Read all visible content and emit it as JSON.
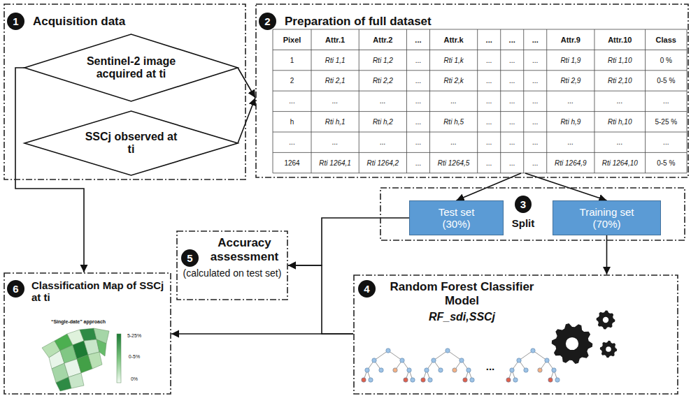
{
  "diagram": {
    "nodes": [
      {
        "text": [
          "Acquisition data"
        ]
      },
      {
        "text": [
          "1"
        ],
        "in": 0
      },
      {
        "text": [
          "Sentinel-2 image acquired at ti"
        ],
        "in": 0
      },
      {
        "text": [
          "SSCj observed at ti"
        ],
        "in": 0
      },
      {
        "text": [
          "Preparation of full dataset"
        ]
      },
      {
        "text": [
          "2"
        ],
        "in": 4
      },
      {
        "text": [
          "Split"
        ]
      },
      {
        "text": [
          "3"
        ],
        "in": 6
      },
      {
        "text": [
          "Test set (30%)"
        ],
        "in": 6
      },
      {
        "text": [
          "Training set (70%)"
        ],
        "in": 6
      },
      {
        "text": [
          "Accuracy assessment",
          "(calculated on test set)"
        ]
      },
      {
        "text": [
          "5"
        ],
        "in": 10
      },
      {
        "text": [
          "Classification Map of SSCj at ti"
        ]
      },
      {
        "text": [
          "6"
        ],
        "in": 12
      },
      {
        "text": [
          "Random Forest Classifier Model",
          "RF_sdi,SSCj"
        ]
      },
      {
        "text": [
          "4"
        ],
        "in": 14
      }
    ],
    "edges": [
      {
        "from": 2,
        "to": 4,
        "arrow": "to"
      },
      {
        "from": 3,
        "to": 4,
        "arrow": "to"
      },
      {
        "from": 2,
        "to": 12,
        "arrow": "to"
      },
      {
        "from": 4,
        "to": 8,
        "arrow": "to"
      },
      {
        "from": 4,
        "to": 9,
        "arrow": "to"
      },
      {
        "from": 8,
        "to": 10,
        "arrow": "to"
      },
      {
        "from": 9,
        "to": 14,
        "arrow": "to"
      },
      {
        "from": 14,
        "to": 12,
        "arrow": "to"
      },
      {
        "from": 14,
        "to": 10,
        "arrow": "to"
      }
    ],
    "labels": [
      "Pixel",
      "Attr.1",
      "Attr.2",
      "...",
      "Attr.k",
      "...",
      "...",
      "...",
      "Attr.9",
      "Attr.10",
      "Class",
      "1",
      "Rti 1,1",
      "Rti 1,2",
      "...",
      "Rti 1,k",
      "...",
      "...",
      "...",
      "Rti 1,9",
      "Rti 1,10",
      "0 %",
      "2",
      "Rti 2,1",
      "Rti 2,2",
      "...",
      "Rti 2,k",
      "...",
      "...",
      "...",
      "Rti 2,9",
      "Rti 2,10",
      "0-5 %",
      "...",
      "...",
      "...",
      "...",
      "...",
      "...",
      "...",
      "...",
      "...",
      "...",
      "...",
      "h",
      "Rti h,1",
      "Rti h,2",
      "...",
      "Rti h,5",
      "...",
      "...",
      "...",
      "Rti h,9",
      "Rti h,10",
      "5-25 %",
      "...",
      "...",
      "...",
      "...",
      "...",
      "...",
      "...",
      "...",
      "...",
      "...",
      "...",
      "1264",
      "Rti 1264,1",
      "Rti 1264,2",
      "...",
      "Rti 1264,5",
      "...",
      "...",
      "...",
      "Rti 1264,9",
      "Rti 1264,10",
      "0-5 %",
      "...",
      "“Single-date” approach",
      "5-25%",
      "0-5%",
      "0%"
    ]
  }
}
